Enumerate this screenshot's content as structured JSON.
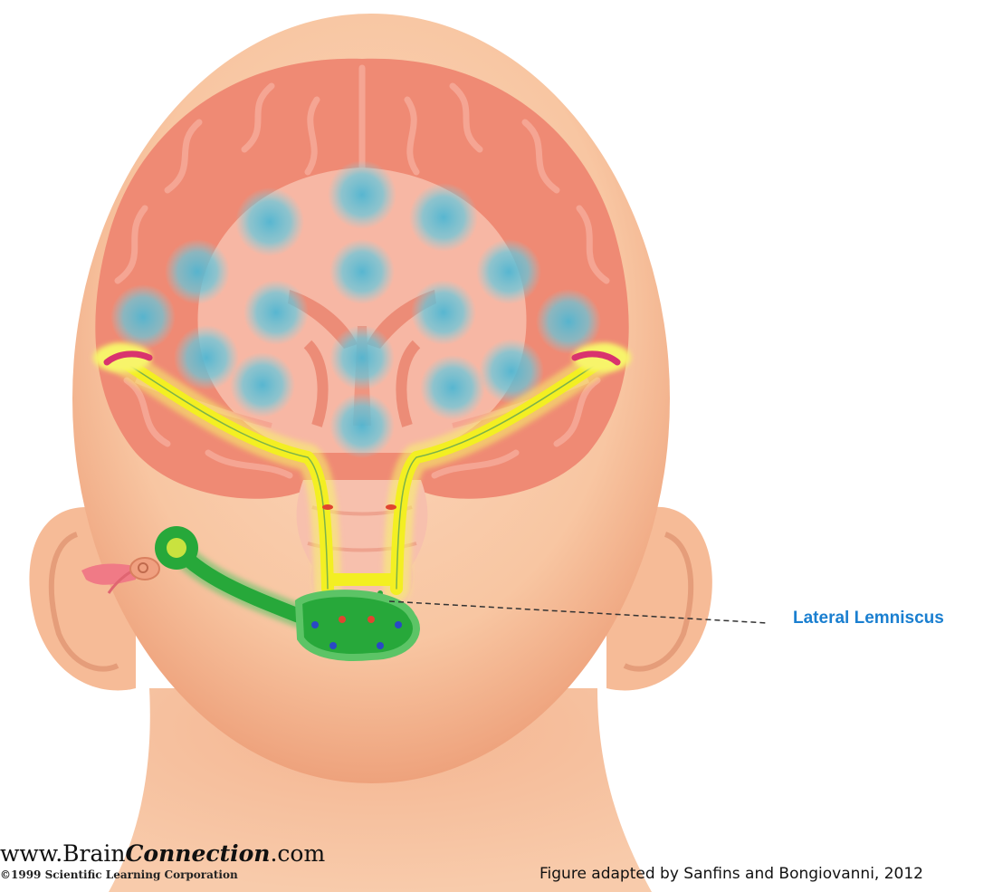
{
  "labels": {
    "lateral_lemniscus": "Lateral Lemniscus"
  },
  "credits": {
    "adapted_by": "Figure adapted by Sanfins and Bongiovanni, 2012"
  },
  "watermark": {
    "site_prefix": "www.Brain",
    "site_italic": "Connection",
    "site_suffix": ".com",
    "copyright": "©1999 Scientific Learning Corporation"
  },
  "colors": {
    "skin": "#f8c6a2",
    "skin_shade": "#eea27c",
    "brain": "#ef8a74",
    "brain_fold": "#f5a593",
    "brain_inner": "#f7b7a4",
    "blue_glow": "#5ec5dc",
    "yellow_pathway": "#f3ef22",
    "green_pathway": "#27a83a",
    "label_blue": "#1a7fd0"
  }
}
